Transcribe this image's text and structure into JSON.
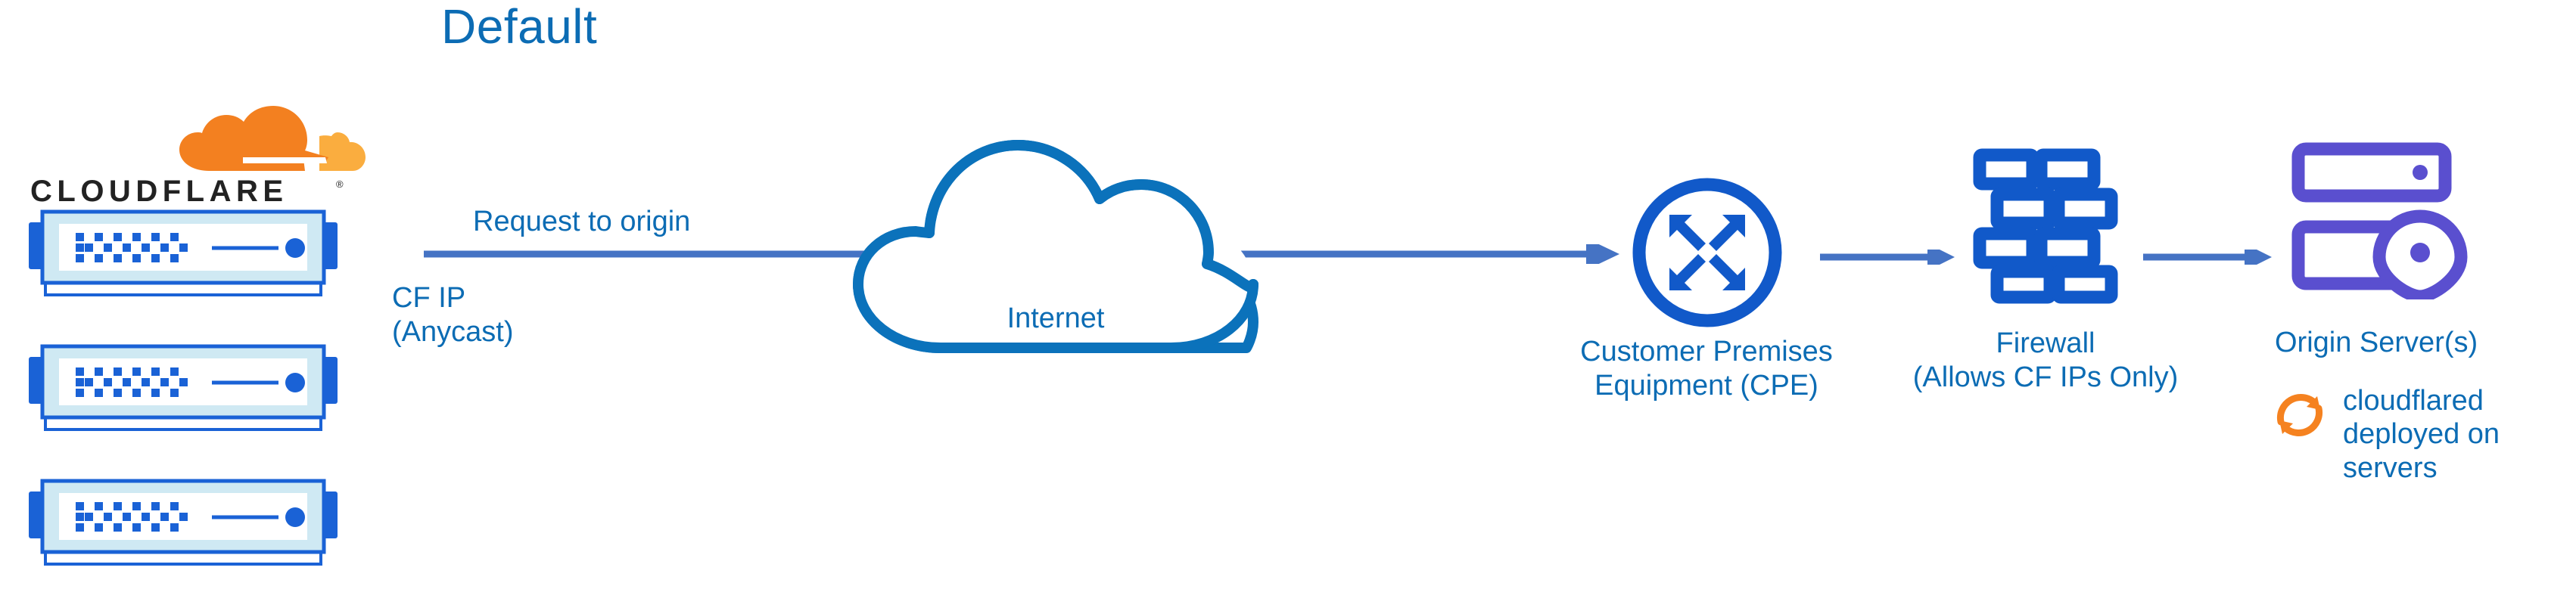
{
  "diagram": {
    "title": "Default",
    "colors": {
      "title_blue": "#0c6cb4",
      "label_blue": "#0c6cb4",
      "cloud_outline_blue": "#0b72bb",
      "arrow_blue": "#4573c4",
      "icon_blue": "#1159c9",
      "server_blue": "#1a62d6",
      "server_frame_cyan": "#cfe9f3",
      "origin_purple": "#5a4fcf",
      "cloudflare_orange": "#f38020",
      "cloudflare_orange_light": "#faad3f",
      "wordmark_black": "#222222"
    }
  },
  "source": {
    "logo_name": "cloudflare-logo",
    "wordmark": "CLOUDFLARE",
    "registered_mark": "®",
    "servers": [
      {
        "name": "cloudflare-edge-server-1"
      },
      {
        "name": "cloudflare-edge-server-2"
      },
      {
        "name": "cloudflare-edge-server-3"
      }
    ]
  },
  "flow": {
    "request_label": "Request to origin",
    "cf_ip_label_line1": "CF IP",
    "cf_ip_label_line2": "(Anycast)",
    "arrow_name": "request-to-origin-arrow"
  },
  "nodes": {
    "internet": {
      "label": "Internet",
      "icon": "cloud-icon"
    },
    "cpe": {
      "label_line1": "Customer Premises",
      "label_line2": "Equipment (CPE)",
      "icon": "router-icon"
    },
    "firewall": {
      "label_line1": "Firewall",
      "label_line2": "(Allows CF IPs Only)",
      "icon": "brick-wall-icon"
    },
    "origin": {
      "label": "Origin Server(s)",
      "icon": "server-location-pin-icon"
    }
  },
  "annotation": {
    "cloudflared": {
      "icon": "sync-arrows-icon",
      "line1": "cloudflared",
      "line2": "deployed on",
      "line3": "servers"
    }
  }
}
